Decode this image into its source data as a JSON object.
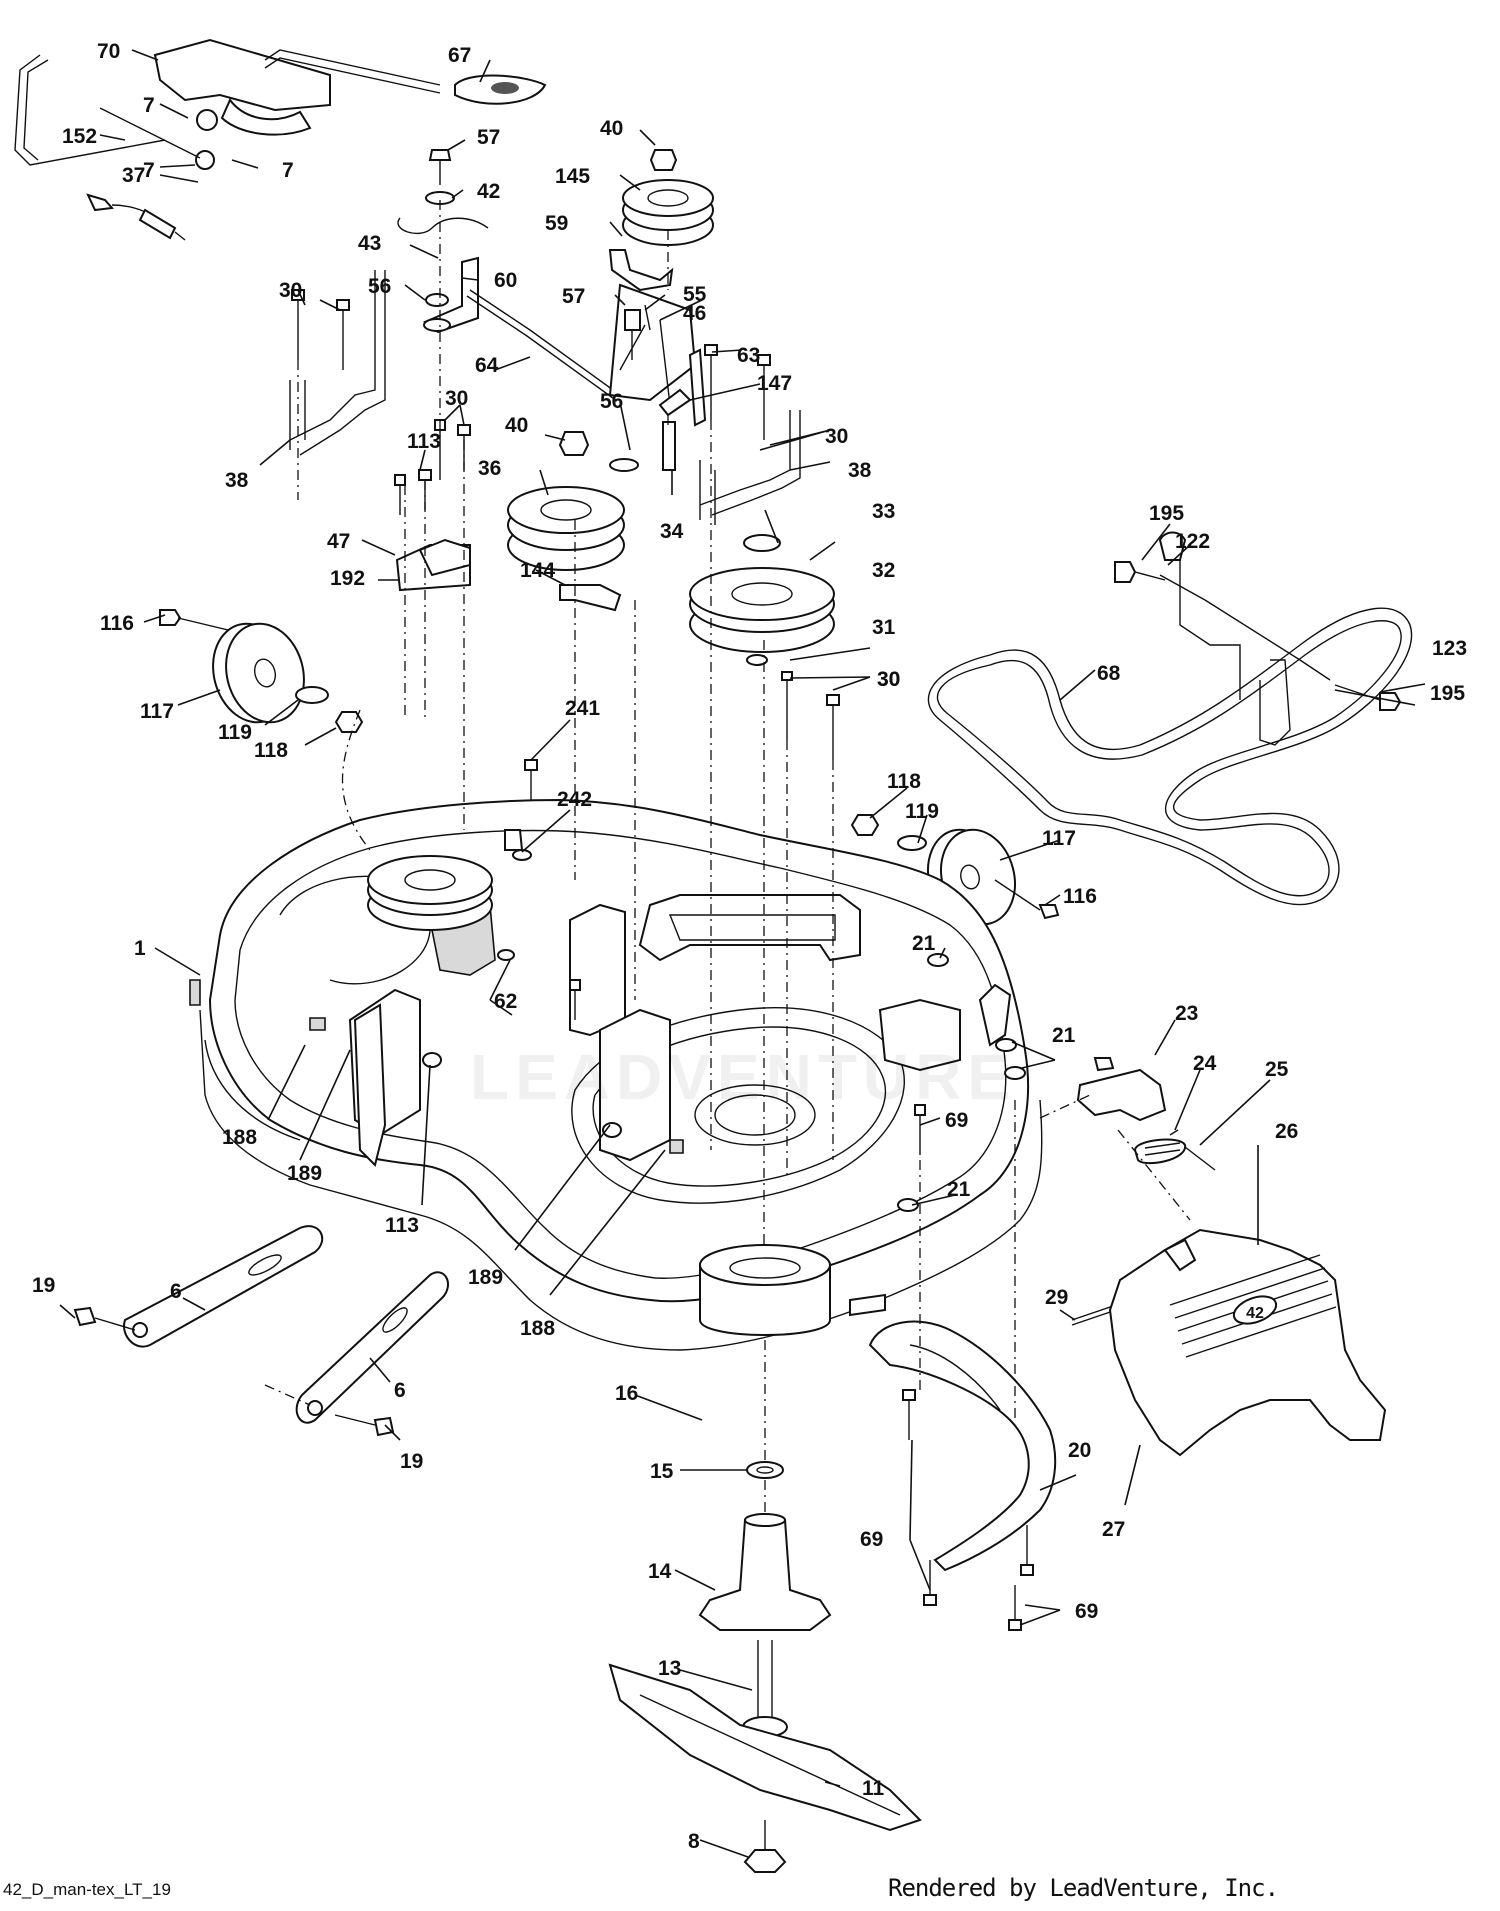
{
  "diagram": {
    "code": "42_D_man-tex_LT_19",
    "credit": "Rendered by LeadVenture, Inc.",
    "watermark": "LEADVENTURE",
    "shroud_badge": "42"
  },
  "callouts": [
    "70",
    "7",
    "7",
    "7",
    "152",
    "37",
    "67",
    "57",
    "42",
    "43",
    "56",
    "60",
    "40",
    "145",
    "59",
    "57",
    "55",
    "46",
    "63",
    "64",
    "147",
    "56",
    "40",
    "30",
    "30",
    "30",
    "30",
    "38",
    "38",
    "113",
    "36",
    "34",
    "33",
    "32",
    "31",
    "30",
    "47",
    "192",
    "144",
    "116",
    "117",
    "119",
    "118",
    "241",
    "242",
    "195",
    "122",
    "123",
    "195",
    "68",
    "118",
    "119",
    "117",
    "116",
    "1",
    "21",
    "62",
    "23",
    "21",
    "24",
    "25",
    "188",
    "189",
    "113",
    "69",
    "21",
    "26",
    "189",
    "188",
    "6",
    "19",
    "6",
    "19",
    "29",
    "16",
    "15",
    "14",
    "13",
    "11",
    "8",
    "20",
    "27",
    "69",
    "69"
  ]
}
